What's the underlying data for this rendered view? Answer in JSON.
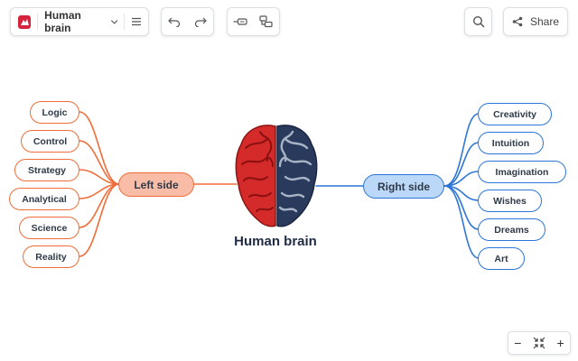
{
  "toolbar": {
    "document_title": "Human brain",
    "share_label": "Share"
  },
  "central_topic": {
    "label": "Human brain",
    "left_color": "#d42a2a",
    "right_color": "#2a3a5c"
  },
  "left_branch": {
    "label": "Left side",
    "color": "#f06d3a",
    "children": [
      "Logic",
      "Control",
      "Strategy",
      "Analytical",
      "Science",
      "Reality"
    ]
  },
  "right_branch": {
    "label": "Right side",
    "color": "#2d75d6",
    "children": [
      "Creativity",
      "Intuition",
      "Imagination",
      "Wishes",
      "Dreams",
      "Art"
    ]
  },
  "zoom_controls": {
    "minus_label": "−",
    "plus_label": "+"
  },
  "icons": [
    "app-logo-icon",
    "chevron-down-icon",
    "menu-icon",
    "undo-icon",
    "redo-icon",
    "add-topic-icon",
    "add-subtopic-icon",
    "search-icon",
    "share-icon",
    "fit-screen-icon"
  ]
}
